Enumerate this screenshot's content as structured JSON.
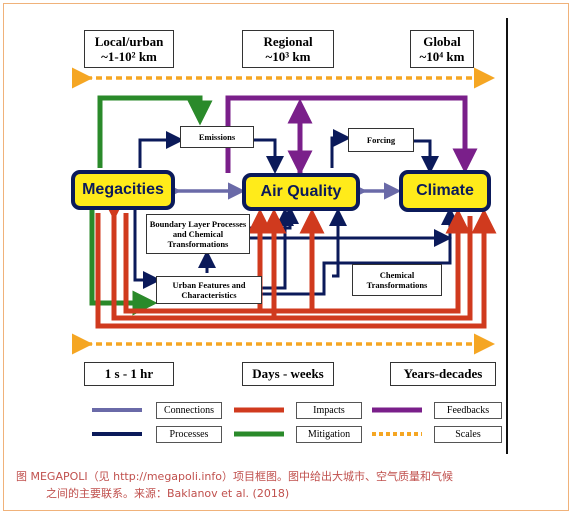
{
  "scales": {
    "local": {
      "line1": "Local/urban",
      "line2": "~1-10² km"
    },
    "regional": {
      "line1": "Regional",
      "line2": "~10³ km"
    },
    "global": {
      "line1": "Global",
      "line2": "~10⁴ km"
    }
  },
  "nodes": {
    "megacities": "Megacities",
    "air_quality": "Air Quality",
    "climate": "Climate",
    "emissions": "Emissions",
    "forcing": "Forcing",
    "boundary_layer": "Boundary Layer Processes and Chemical Transformations",
    "urban_features": "Urban Features and Characteristics",
    "chemical_transformations": "Chemical Transformations"
  },
  "timescales": {
    "short": "1 s - 1 hr",
    "medium": "Days - weeks",
    "long": "Years-decades"
  },
  "legend": {
    "connections": "Connections",
    "impacts": "Impacts",
    "feedbacks": "Feedbacks",
    "processes": "Processes",
    "mitigation": "Mitigation",
    "scales": "Scales"
  },
  "colors": {
    "connections": "#6a6aa8",
    "impacts": "#d03a1e",
    "feedbacks": "#7a1f8a",
    "processes": "#0b1a5a",
    "mitigation": "#2a8a2a",
    "scales": "#f5a623",
    "node_fill": "#ffeb1a",
    "caption": "#c0504d"
  },
  "caption": {
    "line1": "图   MEGAPOLI（见 http://megapoli.info）项目框图。图中给出大城市、空气质量和气候",
    "line2": "之间的主要联系。来源：Baklanov et al. (2018)"
  }
}
